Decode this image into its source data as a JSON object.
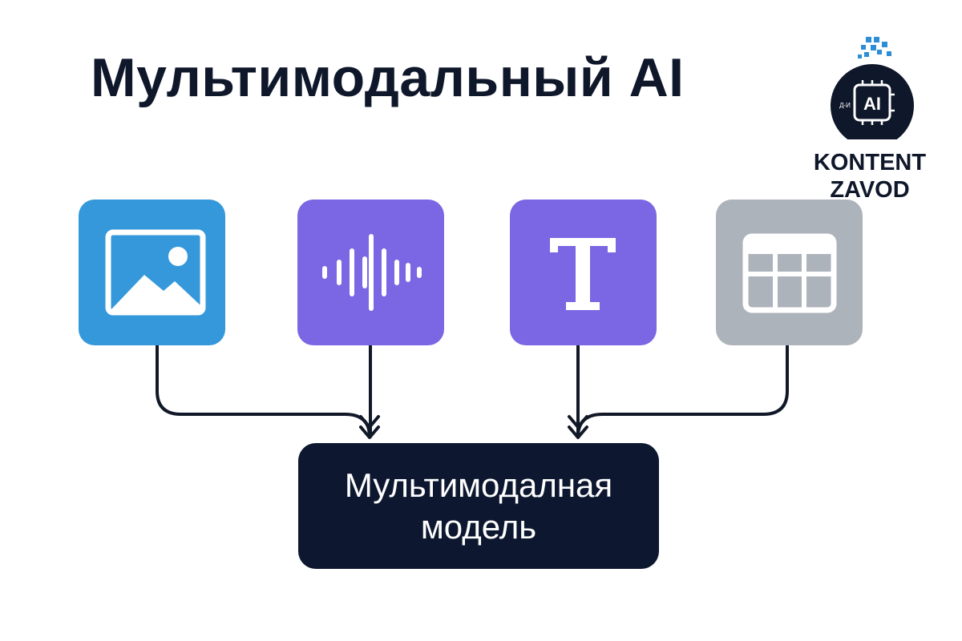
{
  "title": "Мультимодальный AI",
  "logo": {
    "badge_text": "AI",
    "chip_text": "Д-И",
    "brand_line1": "KONTENT",
    "brand_line2": "ZAVOD"
  },
  "modalities": [
    {
      "name": "image",
      "icon": "image-icon",
      "color": "#3498db"
    },
    {
      "name": "audio",
      "icon": "sound-wave-icon",
      "color": "#7b66e3"
    },
    {
      "name": "text",
      "icon": "text-t-icon",
      "color": "#7b66e3"
    },
    {
      "name": "table",
      "icon": "table-icon",
      "color": "#adb3bb"
    }
  ],
  "model": {
    "line1": "Мультимодалная",
    "line2": "модель",
    "color": "#0d1830"
  },
  "colors": {
    "title": "#0f172a",
    "connector": "#111827",
    "logo_dark": "#0f172a",
    "logo_accent": "#2d8ed8"
  }
}
